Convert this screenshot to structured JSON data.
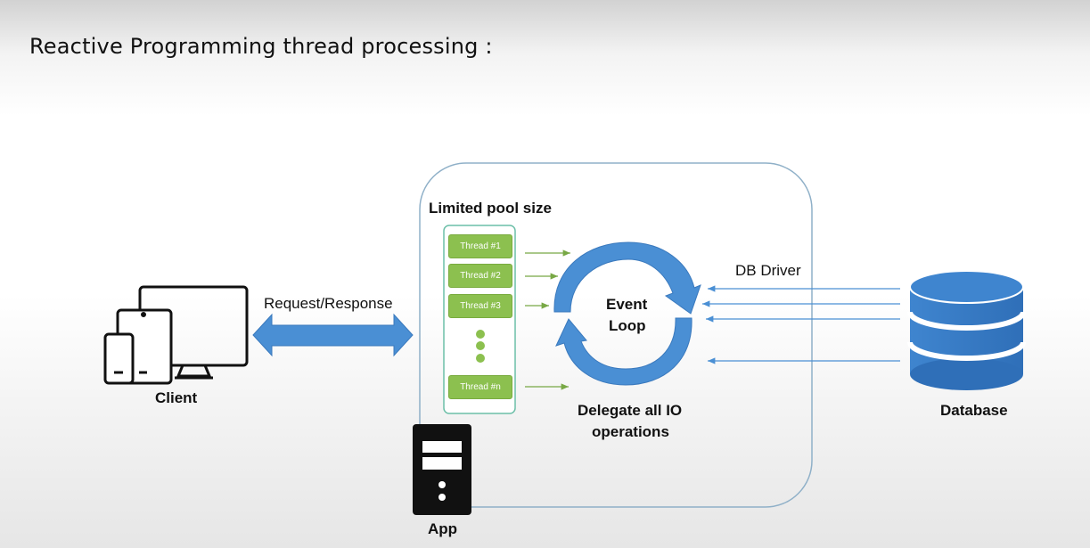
{
  "title": "Reactive Programming thread processing :",
  "labels": {
    "client": "Client",
    "request_response": "Request/Response",
    "pool": "Limited pool size",
    "event_loop_line1": "Event",
    "event_loop_line2": "Loop",
    "delegate_line1": "Delegate all IO",
    "delegate_line2": "operations",
    "db_driver": "DB Driver",
    "database": "Database",
    "app": "App"
  },
  "threads": [
    "Thread #1",
    "Thread #2",
    "Thread #3",
    "Thread #n"
  ],
  "colors": {
    "blue": "#4a8fd4",
    "thread_green": "#8cc04f",
    "box_border": "#8fb0c8",
    "pool_border": "#6cbfa8"
  }
}
